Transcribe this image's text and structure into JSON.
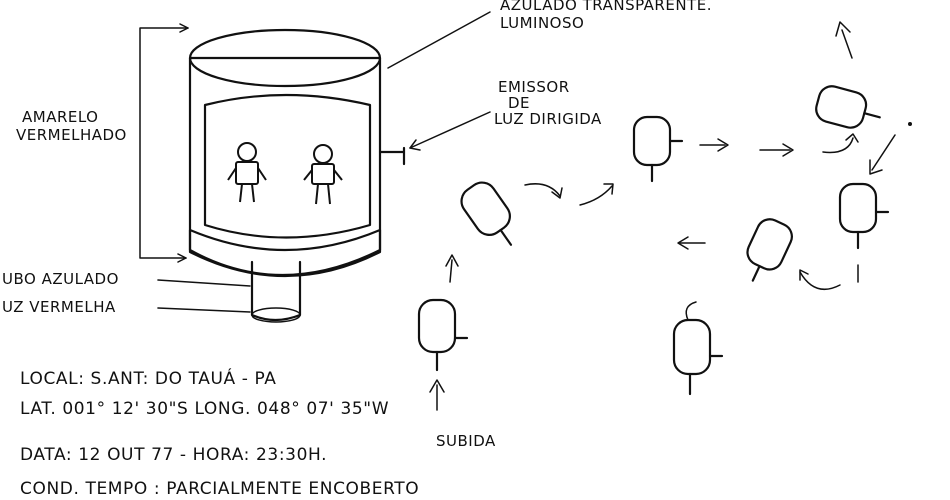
{
  "labels": {
    "top_right": {
      "line1": "AZULADO TRANSPARENTE.",
      "line2": "LUMINOSO"
    },
    "emitter": {
      "line1": "EMISSOR",
      "line2": "DE",
      "line3": "LUZ DIRIGIDA"
    },
    "left": {
      "line1": "AMARELO",
      "line2": "VERMELHADO"
    },
    "bottom_left": {
      "line1": "UBO AZULADO",
      "line2": "UZ VERMELHA"
    },
    "ascent": "SUBIDA"
  },
  "info": {
    "local": "LOCAL: S.ANT: DO TAUÁ - PA",
    "coords": "LAT. 001° 12' 30\"S LONG. 048° 07' 35\"W",
    "date": "DATA: 12 OUT 77 - HORA: 23:30H.",
    "weather": "COND. TEMPO : PARCIALMENTE ENCOBERTO"
  },
  "colors": {
    "ink": "#111111",
    "paper": "#ffffff",
    "stipple": "#333333"
  }
}
